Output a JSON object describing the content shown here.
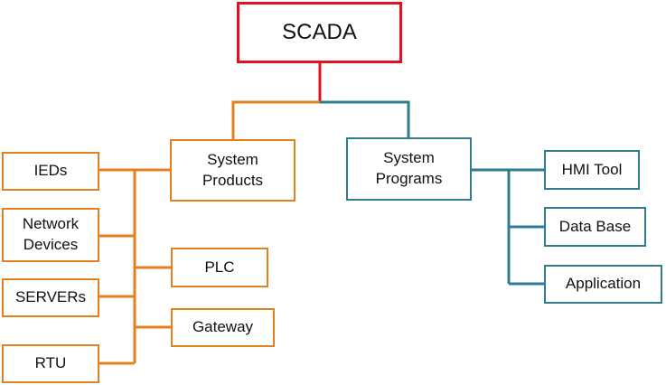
{
  "colors": {
    "root_border": "#e0101e",
    "products_branch": "#e5801e",
    "programs_branch": "#2f7b92",
    "background": "#ffffff"
  },
  "root": {
    "label": "SCADA"
  },
  "products": {
    "label": "System\nProducts",
    "children": [
      {
        "label": "IEDs"
      },
      {
        "label": "Network\nDevices"
      },
      {
        "label": "SERVERs"
      },
      {
        "label": "RTU"
      },
      {
        "label": "PLC"
      },
      {
        "label": "Gateway"
      }
    ]
  },
  "programs": {
    "label": "System\nPrograms",
    "children": [
      {
        "label": "HMI Tool"
      },
      {
        "label": "Data Base"
      },
      {
        "label": "Application"
      }
    ]
  }
}
